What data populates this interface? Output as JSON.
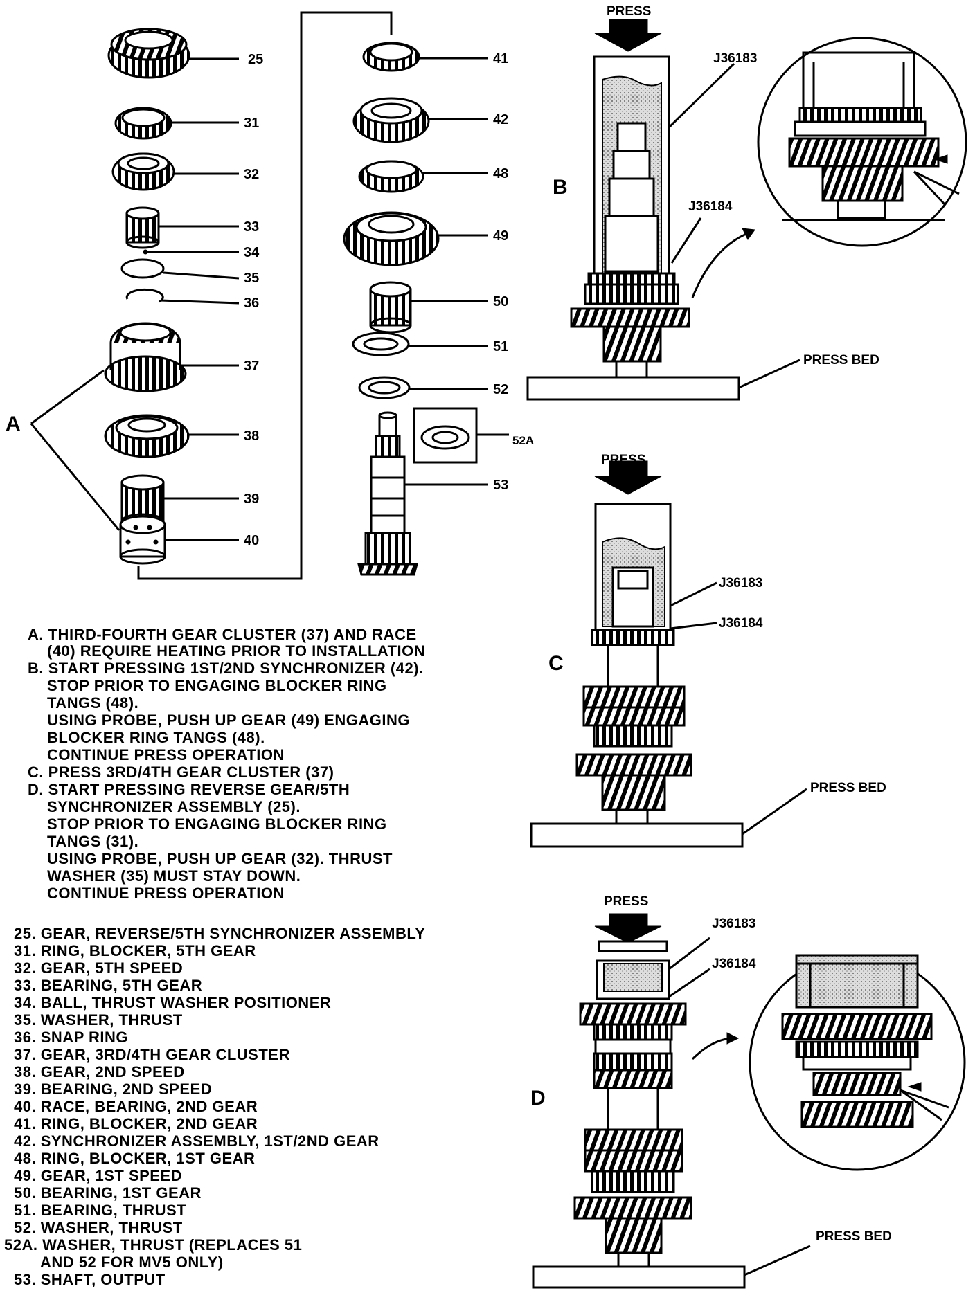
{
  "parts_left": [
    {
      "num": "25"
    },
    {
      "num": "31"
    },
    {
      "num": "32"
    },
    {
      "num": "33"
    },
    {
      "num": "34"
    },
    {
      "num": "35"
    },
    {
      "num": "36"
    },
    {
      "num": "37"
    },
    {
      "num": "38"
    },
    {
      "num": "39"
    },
    {
      "num": "40"
    }
  ],
  "parts_right": [
    {
      "num": "41"
    },
    {
      "num": "42"
    },
    {
      "num": "48"
    },
    {
      "num": "49"
    },
    {
      "num": "50"
    },
    {
      "num": "51"
    },
    {
      "num": "52"
    },
    {
      "num": "52A"
    },
    {
      "num": "53"
    }
  ],
  "labels": {
    "A": "A",
    "B": "B",
    "C": "C",
    "D": "D",
    "press": "PRESS",
    "press_bed": "PRESS BED",
    "j1": "J36183",
    "j2": "J36184"
  },
  "instructions": [
    "A. THIRD-FOURTH GEAR CLUSTER (37) AND RACE",
    "(40) REQUIRE HEATING PRIOR TO INSTALLATION",
    "B. START PRESSING 1ST/2ND SYNCHRONIZER (42).",
    "STOP PRIOR TO ENGAGING BLOCKER RING",
    "TANGS (48).",
    "USING PROBE, PUSH UP GEAR (49) ENGAGING",
    "BLOCKER RING TANGS (48).",
    "CONTINUE PRESS OPERATION",
    "C. PRESS 3RD/4TH GEAR CLUSTER (37)",
    "D. START PRESSING REVERSE GEAR/5TH",
    "SYNCHRONIZER ASSEMBLY (25).",
    "STOP PRIOR TO ENGAGING BLOCKER RING",
    "TANGS (31).",
    "USING PROBE, PUSH UP GEAR (32). THRUST",
    "WASHER (35) MUST STAY DOWN.",
    "CONTINUE PRESS OPERATION"
  ],
  "legend": [
    "25. GEAR, REVERSE/5TH SYNCHRONIZER ASSEMBLY",
    "31. RING, BLOCKER, 5TH GEAR",
    "32. GEAR, 5TH SPEED",
    "33. BEARING, 5TH GEAR",
    "34. BALL, THRUST WASHER POSITIONER",
    "35. WASHER, THRUST",
    "36. SNAP RING",
    "37. GEAR, 3RD/4TH GEAR CLUSTER",
    "38. GEAR, 2ND SPEED",
    "39. BEARING, 2ND SPEED",
    "40. RACE, BEARING, 2ND GEAR",
    "41. RING, BLOCKER, 2ND GEAR",
    "42. SYNCHRONIZER ASSEMBLY, 1ST/2ND GEAR",
    "48. RING, BLOCKER, 1ST GEAR",
    "49. GEAR, 1ST SPEED",
    "50. BEARING, 1ST GEAR",
    "51. BEARING, THRUST",
    "52. WASHER, THRUST",
    "52A. WASHER, THRUST (REPLACES 51",
    "AND 52 FOR MV5 ONLY)",
    "53. SHAFT, OUTPUT"
  ]
}
